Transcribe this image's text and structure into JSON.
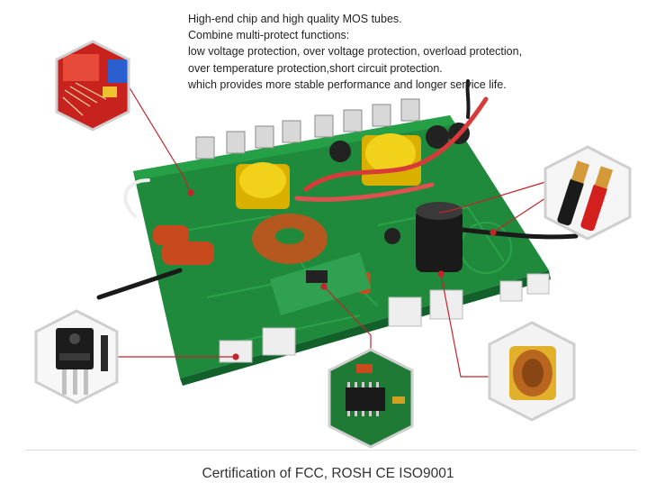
{
  "description": {
    "lines": [
      "High-end chip and high quality MOS tubes.",
      "Combine multi-protect functions:",
      "low voltage protection, over voltage protection, overload protection,",
      "over temperature protection,short circuit protection.",
      "which provides more stable performance and longer service life."
    ]
  },
  "footer": {
    "certification": "Certification of FCC, ROSH CE ISO9001"
  },
  "colors": {
    "pcb": "#1f8a3c",
    "callout_line": "#c0262c",
    "hex_border": "#cfcfcf"
  },
  "icons": {
    "board": "inverter-pcb-image",
    "top_left": "protection-board-detail-icon",
    "right": "battery-cable-detail-icon",
    "left": "mos-transistor-detail-icon",
    "bottom": "control-chip-detail-icon",
    "bottom_right": "transformer-coil-detail-icon"
  }
}
